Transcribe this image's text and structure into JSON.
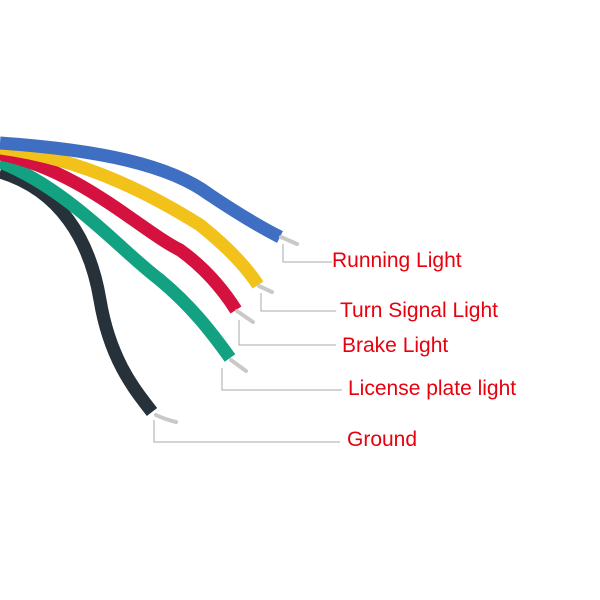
{
  "colors": {
    "label_text": "#e8000e",
    "leader_line": "#a8a8a8",
    "bare_metal": "#c9c9c9"
  },
  "wires": [
    {
      "name": "blue",
      "color": "#3f6fc2",
      "label": "Running Light"
    },
    {
      "name": "yellow",
      "color": "#f2c21a",
      "label": "Turn Signal Light"
    },
    {
      "name": "red",
      "color": "#d4113f",
      "label": "Brake Light"
    },
    {
      "name": "green",
      "color": "#13a281",
      "label": "License plate light"
    },
    {
      "name": "black",
      "color": "#27313a",
      "label": "Ground"
    }
  ]
}
